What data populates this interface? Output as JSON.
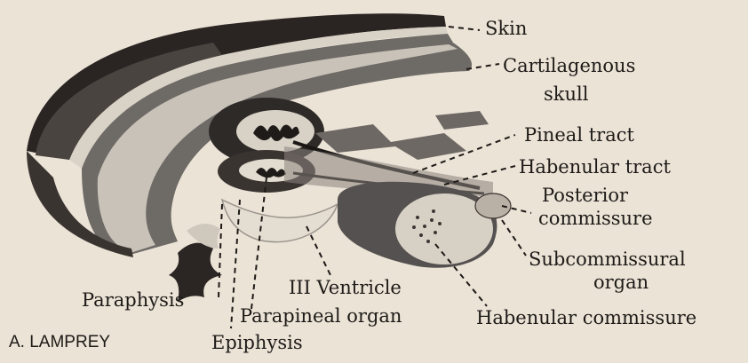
{
  "caption": "A. LAMPREY",
  "labels": {
    "skin": "Skin",
    "cartilagenous_skull_line1": "Cartilagenous",
    "cartilagenous_skull_line2": "skull",
    "pineal_tract": "Pineal tract",
    "habenular_tract": "Habenular tract",
    "posterior_commissure_line1": "Posterior",
    "posterior_commissure_line2": "commissure",
    "subcommissural_organ_line1": "Subcommissural",
    "subcommissural_organ_line2": "organ",
    "habenular_commissure": "Habenular commissure",
    "third_ventricle": "III Ventricle",
    "parapineal_organ": "Parapineal organ",
    "paraphysis": "Paraphysis",
    "epiphysis": "Epiphysis"
  }
}
